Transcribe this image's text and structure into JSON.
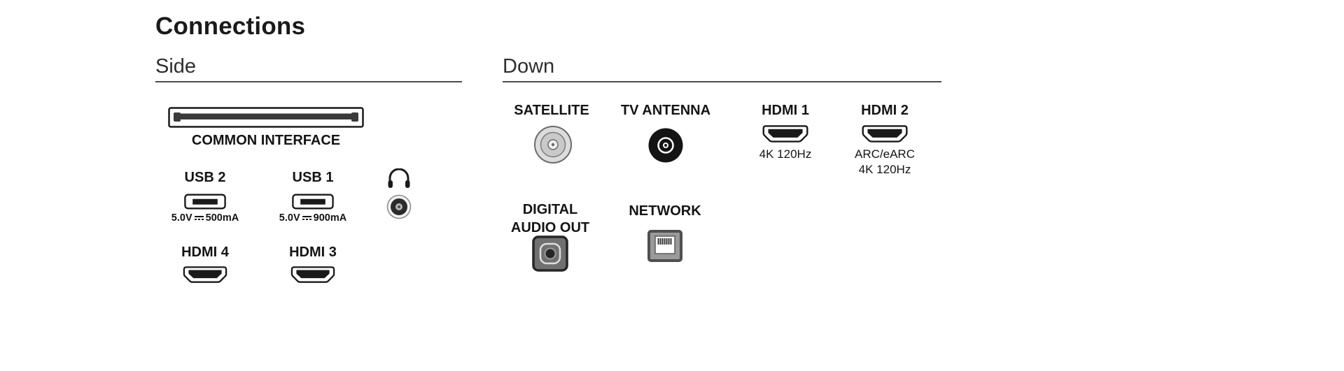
{
  "page": {
    "title": "Connections"
  },
  "colors": {
    "text": "#1a1a1a",
    "rule": "#4a4a4a",
    "port_dark": "#1a1a1a"
  },
  "side": {
    "heading": "Side",
    "common_interface": {
      "label": "COMMON INTERFACE"
    },
    "usb2": {
      "label": "USB 2",
      "voltage": "5.0V",
      "current": "500mA"
    },
    "usb1": {
      "label": "USB 1",
      "voltage": "5.0V",
      "current": "900mA"
    },
    "hdmi4": {
      "label": "HDMI 4"
    },
    "hdmi3": {
      "label": "HDMI 3"
    }
  },
  "down": {
    "heading": "Down",
    "satellite": {
      "label": "SATELLITE"
    },
    "tv_antenna": {
      "label": "TV ANTENNA"
    },
    "hdmi1": {
      "label": "HDMI 1",
      "spec": "4K 120Hz"
    },
    "hdmi2": {
      "label": "HDMI 2",
      "spec_line1": "ARC/eARC",
      "spec_line2": "4K 120Hz"
    },
    "digital_audio_out": {
      "label_line1": "DIGITAL",
      "label_line2": "AUDIO OUT"
    },
    "network": {
      "label": "NETWORK"
    }
  }
}
